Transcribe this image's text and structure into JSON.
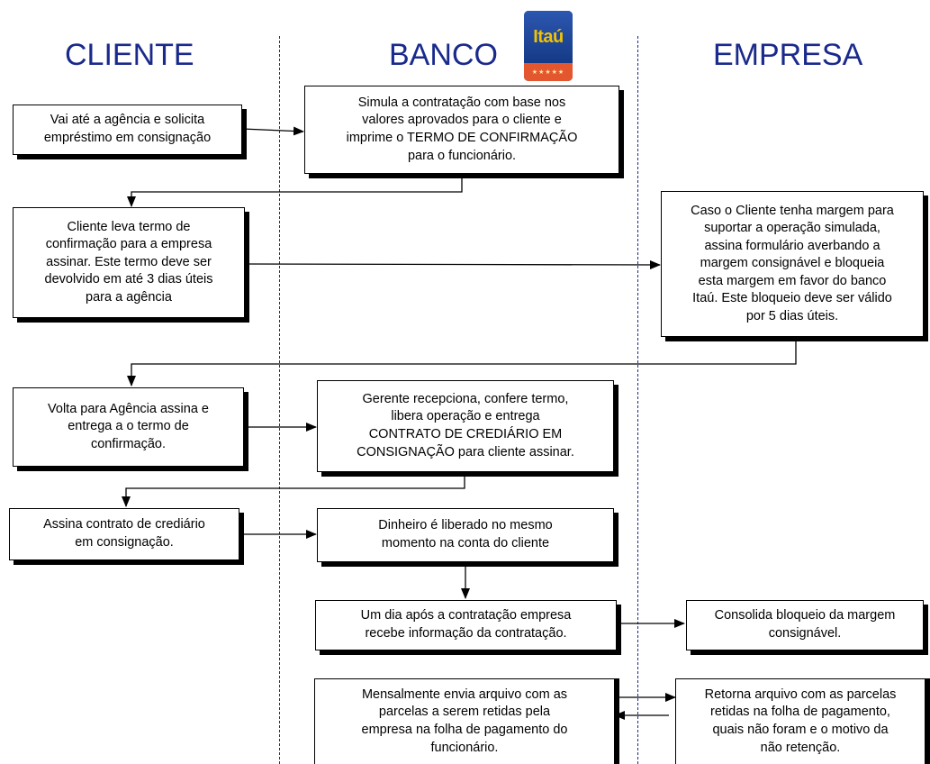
{
  "columns": {
    "cliente": "CLIENTE",
    "banco": "BANCO",
    "empresa": "EMPRESA"
  },
  "logo": {
    "text": "Itaú",
    "stars": "★★★★★",
    "icon": "itau-logo-icon",
    "colors": {
      "blue": "#1d3f8f",
      "orange": "#e4572e",
      "yellow": "#f2c200"
    }
  },
  "title_color": "#1a2a8c",
  "boxes": {
    "b1": [
      "Vai até a agência e solicita",
      "empréstimo em consignação"
    ],
    "b2": [
      "Simula a contratação com base nos",
      "valores aprovados para o cliente e",
      "imprime o TERMO DE CONFIRMAÇÃO",
      "para o funcionário."
    ],
    "b3": [
      "Cliente leva termo de",
      "confirmação para a empresa",
      "assinar. Este termo deve ser",
      "devolvido em até 3 dias úteis",
      "para a agência"
    ],
    "b4": [
      "Caso o Cliente tenha margem para",
      "suportar a operação simulada,",
      "assina formulário averbando a",
      "margem consignável e bloqueia",
      "esta margem em favor do banco",
      "Itaú. Este bloqueio deve ser válido",
      "por 5 dias úteis."
    ],
    "b5": [
      "Volta para  Agência assina e",
      "entrega a  o termo de",
      "confirmação."
    ],
    "b6": [
      "Gerente recepciona, confere termo,",
      "libera operação e entrega",
      "CONTRATO DE CREDIÁRIO EM",
      "CONSIGNAÇÃO para cliente assinar."
    ],
    "b7": [
      "Assina contrato de crediário",
      "em consignação."
    ],
    "b8": [
      "Dinheiro é liberado no mesmo",
      "momento na conta do cliente"
    ],
    "b9": [
      "Um dia após a contratação empresa",
      "recebe informação da contratação."
    ],
    "b10": [
      "Consolida bloqueio da margem",
      "consignável."
    ],
    "b11": [
      "Mensalmente envia arquivo com as",
      "parcelas a serem retidas pela",
      "empresa na folha de pagamento do",
      "funcionário."
    ],
    "b12": [
      "Retorna arquivo com as parcelas",
      "retidas na folha de pagamento,",
      "quais não foram e o motivo da",
      "não retenção."
    ]
  }
}
